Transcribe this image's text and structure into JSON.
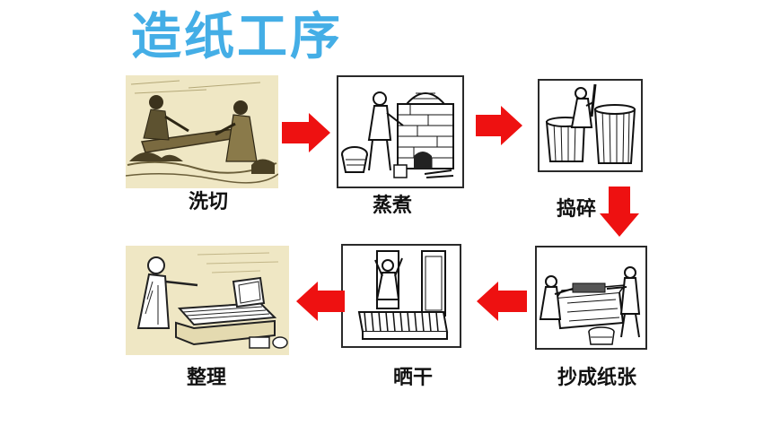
{
  "title": "造纸工序",
  "steps": [
    {
      "label": "洗切"
    },
    {
      "label": "蒸煮"
    },
    {
      "label": "捣碎"
    },
    {
      "label": "抄成纸张"
    },
    {
      "label": "晒干"
    },
    {
      "label": "整理"
    }
  ],
  "colors": {
    "title": "#44aee6",
    "arrow": "#ee1111",
    "parchment": "#efe7c4",
    "label": "#111111"
  }
}
